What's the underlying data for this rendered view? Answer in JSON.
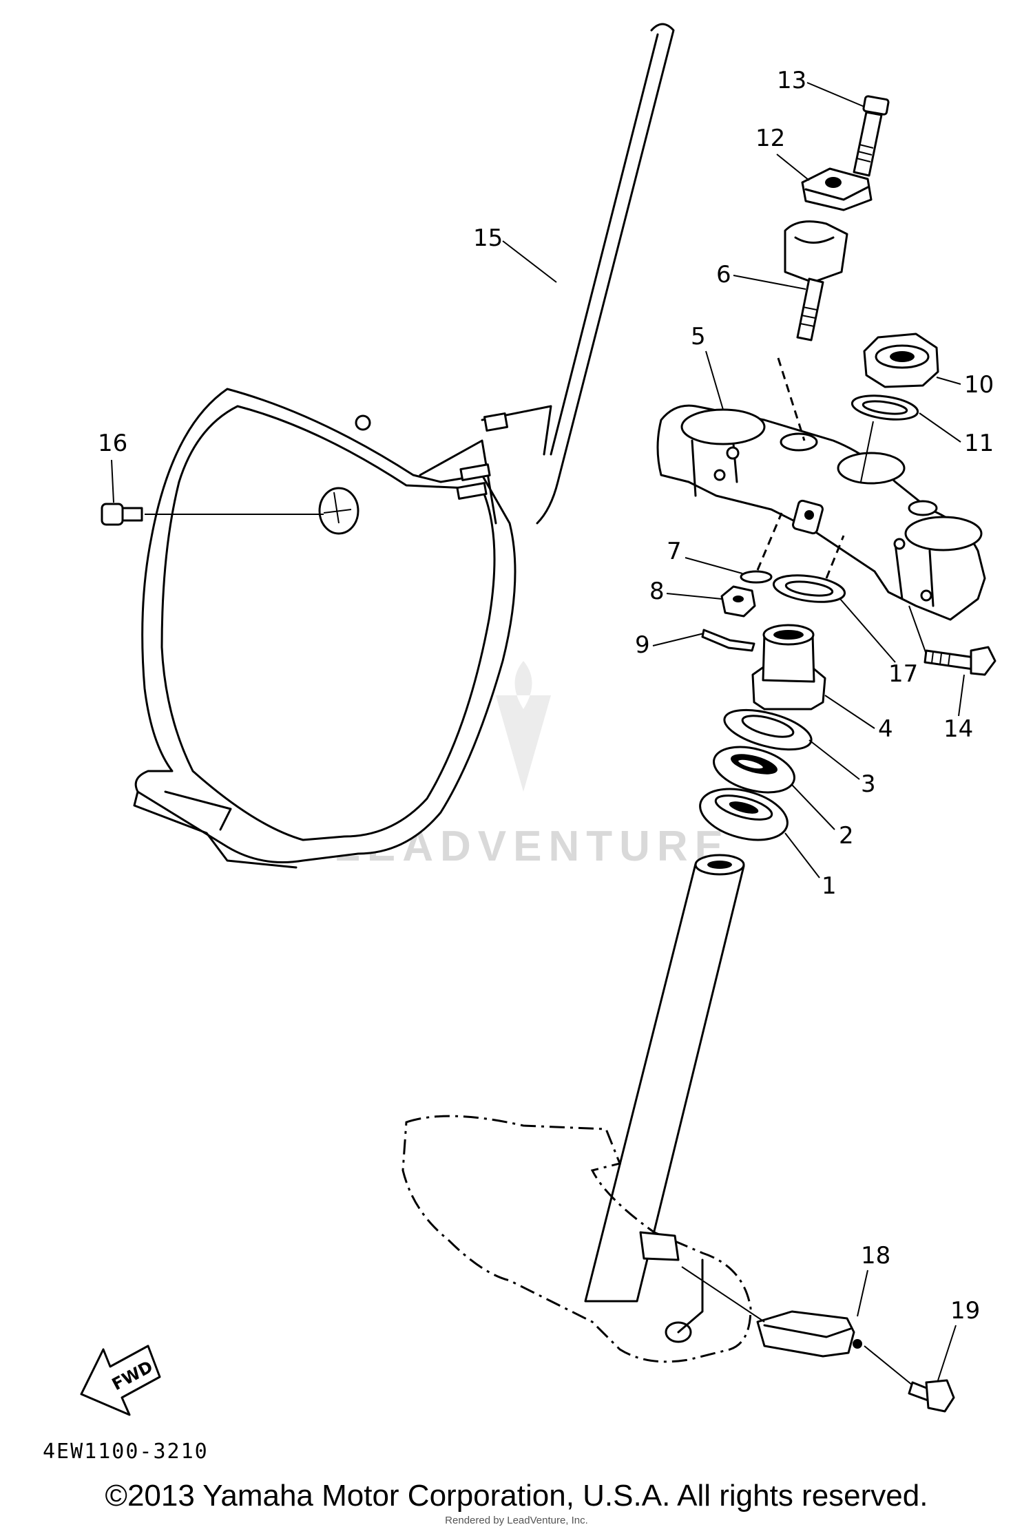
{
  "diagram": {
    "catalog_number": "4EW1100-3210",
    "watermark": "LEADVENTURE",
    "fwd_label": "FWD",
    "callouts": [
      "1",
      "2",
      "3",
      "4",
      "5",
      "6",
      "7",
      "8",
      "9",
      "10",
      "11",
      "12",
      "13",
      "14",
      "15",
      "16",
      "17",
      "18",
      "19"
    ]
  },
  "footer": {
    "copyright": "©2013 Yamaha Motor Corporation, U.S.A. All rights reserved.",
    "rendered_by": "Rendered by LeadVenture, Inc."
  }
}
